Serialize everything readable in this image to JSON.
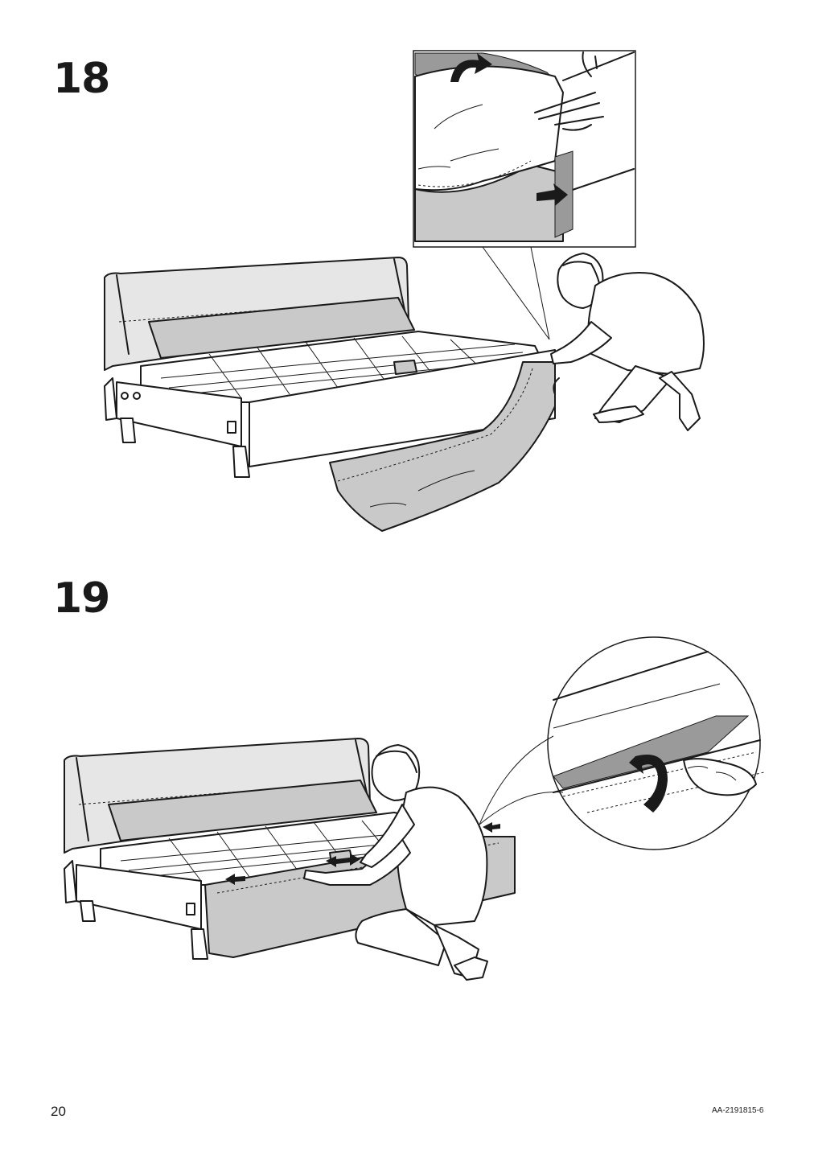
{
  "steps": [
    {
      "number": "18"
    },
    {
      "number": "19"
    }
  ],
  "footer": {
    "page_number": "20",
    "document_code": "AA-2191815-6"
  }
}
